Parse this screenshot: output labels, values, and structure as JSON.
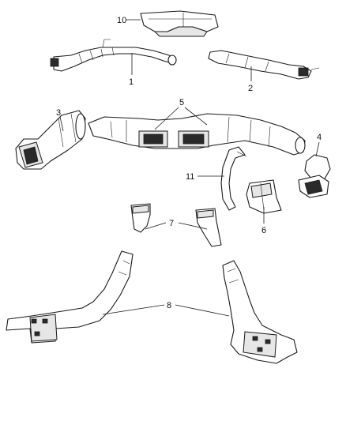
{
  "callouts": [
    {
      "id": "10",
      "text": "10"
    },
    {
      "id": "1",
      "text": "1"
    },
    {
      "id": "2",
      "text": "2"
    },
    {
      "id": "3",
      "text": "3"
    },
    {
      "id": "5",
      "text": "5"
    },
    {
      "id": "4",
      "text": "4"
    },
    {
      "id": "11",
      "text": "11"
    },
    {
      "id": "6",
      "text": "6"
    },
    {
      "id": "7",
      "text": "7"
    },
    {
      "id": "8",
      "text": "8"
    }
  ]
}
